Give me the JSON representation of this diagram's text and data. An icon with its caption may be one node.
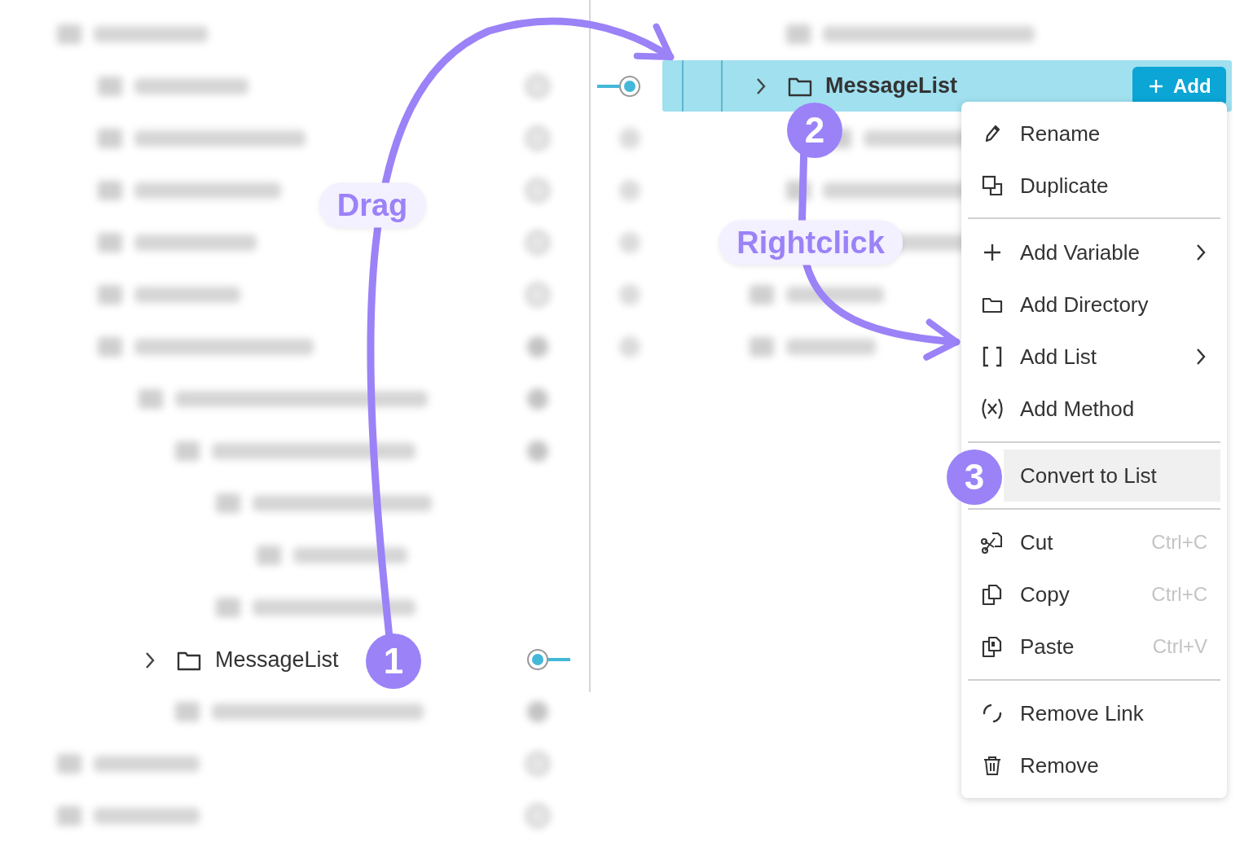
{
  "diagram": {
    "nodes": [
      {
        "text": [
          "MessageList"
        ]
      },
      {
        "text": [
          "MessageList"
        ]
      },
      {
        "text": [
          "Add"
        ],
        "in": 1
      },
      {
        "text": [],
        "shape": "box"
      },
      {
        "text": [
          "Rename"
        ],
        "in": 3
      },
      {
        "text": [
          "Duplicate"
        ],
        "in": 3
      },
      {
        "text": [
          "Add Variable"
        ],
        "in": 3
      },
      {
        "text": [
          "Add Directory"
        ],
        "in": 3
      },
      {
        "text": [
          "Add List"
        ],
        "in": 3
      },
      {
        "text": [
          "Add Method"
        ],
        "in": 3
      },
      {
        "text": [
          "Convert to List"
        ],
        "in": 3
      },
      {
        "text": [
          "Cut",
          "Ctrl+C"
        ],
        "in": 3
      },
      {
        "text": [
          "Copy",
          "Ctrl+C"
        ],
        "in": 3
      },
      {
        "text": [
          "Paste",
          "Ctrl+V"
        ],
        "in": 3
      },
      {
        "text": [
          "Remove Link"
        ],
        "in": 3
      },
      {
        "text": [
          "Remove"
        ],
        "in": 3
      }
    ],
    "edges": [
      {
        "from": 0,
        "to": 1,
        "arrow": "to",
        "label": "Drag"
      },
      {
        "from": 1,
        "to": 3,
        "arrow": "to",
        "label": "Rightclick"
      }
    ],
    "labels": [
      "2",
      "3",
      "1"
    ]
  }
}
